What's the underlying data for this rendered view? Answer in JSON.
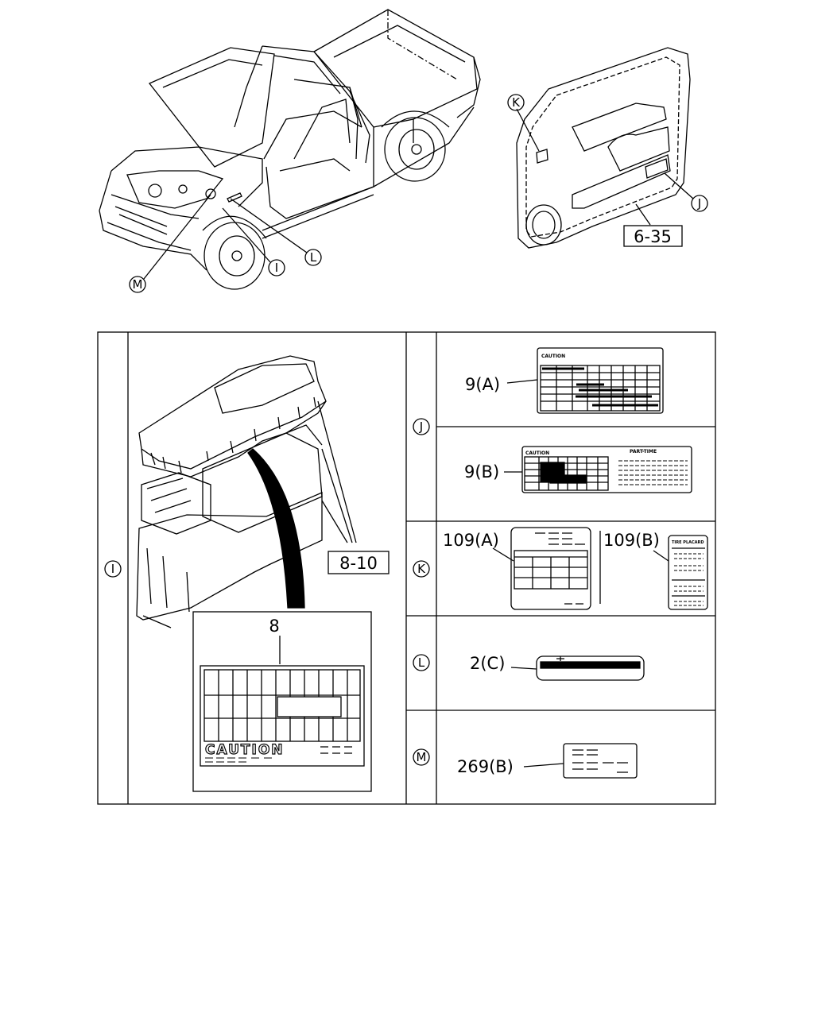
{
  "callouts": {
    "I": "I",
    "J": "J",
    "K": "K",
    "L": "L",
    "M": "M"
  },
  "references": {
    "door_ref": "6-35",
    "fuse_ref": "8-10",
    "fuse_label_part": "8"
  },
  "parts": {
    "j_a": "9(A)",
    "j_b": "9(B)",
    "k_a": "109(A)",
    "k_b": "109(B)",
    "l_c": "2(C)",
    "m_b": "269(B)"
  },
  "label_texts": {
    "caution_small": "CAUTION",
    "caution_j_b": "CAUTION",
    "part_time": "PART-TIME",
    "tire_placard": "TIRE PLACARD",
    "fuse_caution": "CAUTION"
  },
  "colors": {
    "line": "#000000",
    "background": "#ffffff"
  }
}
